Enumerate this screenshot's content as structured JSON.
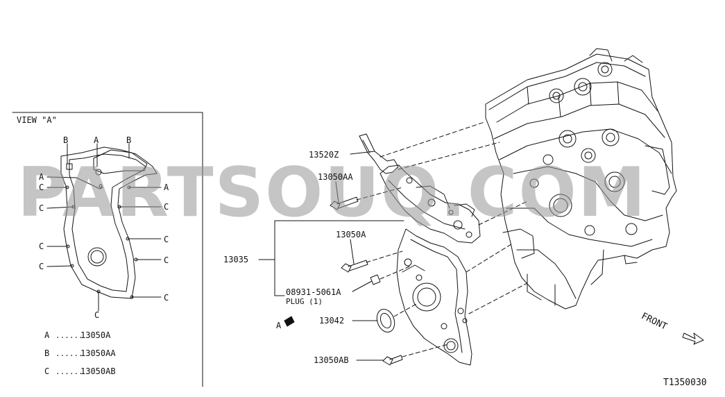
{
  "view_a": {
    "title": "VIEW \"A\"",
    "callouts": {
      "b_left": "B",
      "a_top": "A",
      "b_right": "B",
      "a_left": "A",
      "c_l1": "C",
      "c_l2": "C",
      "c_l3": "C",
      "c_l4": "C",
      "c_bottom": "C",
      "a_right": "A",
      "c_r1": "C",
      "c_r2": "C",
      "c_r3": "C",
      "c_r4": "C"
    },
    "legend": [
      {
        "key": "A",
        "dots": "......",
        "part": "13050A"
      },
      {
        "key": "B",
        "dots": "......",
        "part": "13050AA"
      },
      {
        "key": "C",
        "dots": "......",
        "part": "13050AB"
      }
    ]
  },
  "parts": {
    "p13520z": "13520Z",
    "p13050aa": "13050AA",
    "p13050a": "13050A",
    "p13035": "13035",
    "p08931": "08931-5061A",
    "plug": "PLUG (1)",
    "p13042": "13042",
    "p13050ab": "13050AB"
  },
  "view_arrow_label": "A",
  "front_label": "FRONT",
  "diagram_id": "T1350030",
  "watermark": "PARTSOUQ.COM"
}
